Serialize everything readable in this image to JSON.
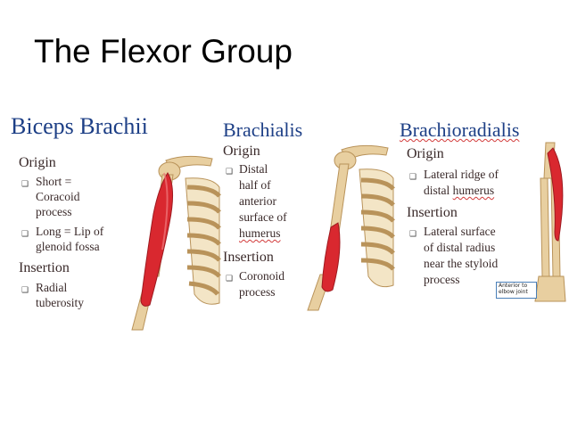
{
  "slide": {
    "title": "The Flexor Group"
  },
  "biceps": {
    "title": "Biceps Brachii",
    "origin_label": "Origin",
    "origin_items": [
      {
        "lines": [
          "Short =",
          "Coracoid",
          "process"
        ]
      },
      {
        "lines": [
          "Long = Lip of",
          "glenoid fossa"
        ]
      }
    ],
    "insertion_label": "Insertion",
    "insertion_items": [
      {
        "lines": [
          "Radial",
          "tuberosity"
        ]
      }
    ]
  },
  "brachialis": {
    "title": "Brachialis",
    "origin_label": "Origin",
    "origin_lines": [
      "Distal",
      "half of",
      "anterior",
      "surface of",
      "humerus"
    ],
    "insertion_label": "Insertion",
    "insertion_lines": [
      "Coronoid",
      "process"
    ]
  },
  "brachioradialis": {
    "title": "Brachioradialis",
    "origin_label": "Origin",
    "origin_lines": [
      "Lateral ridge of",
      "distal ",
      "humerus"
    ],
    "insertion_label": "Insertion",
    "insertion_lines": [
      "Lateral surface",
      "of distal radius",
      "near the styloid",
      "process"
    ],
    "callout_lines": [
      "Anterior to",
      "elbow joint"
    ]
  },
  "colors": {
    "title_blue": "#1d3f86",
    "muscle_red": "#d9282f",
    "bone": "#e8cfa0"
  }
}
